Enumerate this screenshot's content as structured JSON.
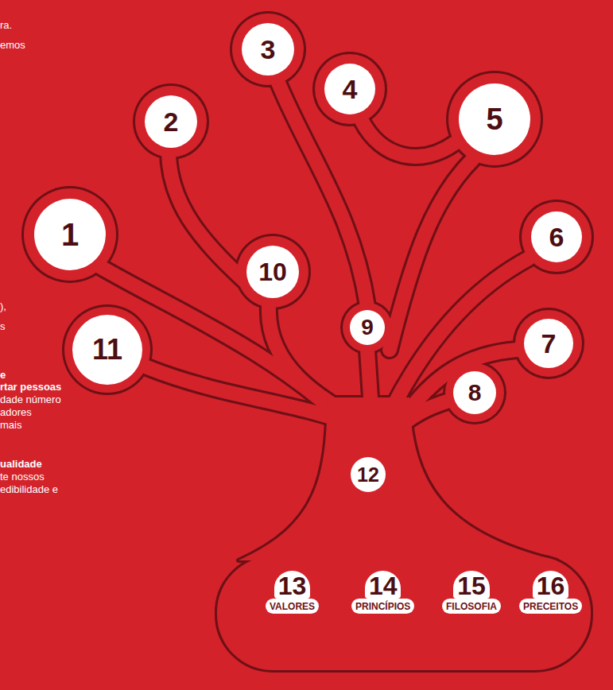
{
  "diagram": {
    "nodes": [
      {
        "text": [
          "1"
        ]
      },
      {
        "text": [
          "2"
        ]
      },
      {
        "text": [
          "3"
        ]
      },
      {
        "text": [
          "4"
        ]
      },
      {
        "text": [
          "5"
        ]
      },
      {
        "text": [
          "6"
        ]
      },
      {
        "text": [
          "7"
        ]
      },
      {
        "text": [
          "8"
        ]
      },
      {
        "text": [
          "9"
        ]
      },
      {
        "text": [
          "10"
        ]
      },
      {
        "text": [
          "11"
        ]
      },
      {
        "text": [
          "12"
        ]
      },
      {
        "text": [
          "13",
          "VALORES"
        ]
      },
      {
        "text": [
          "14",
          "PRINCÍPIOS"
        ]
      },
      {
        "text": [
          "15",
          "FILOSOFIA"
        ]
      },
      {
        "text": [
          "16",
          "PRECEITOS"
        ]
      }
    ],
    "labels": [
      "ra.",
      "emos",
      "),",
      "s",
      "e",
      "rtar pessoas",
      "dade número",
      "adores",
      "mais",
      "ualidade",
      "te nossos",
      "edibilidade e"
    ]
  }
}
